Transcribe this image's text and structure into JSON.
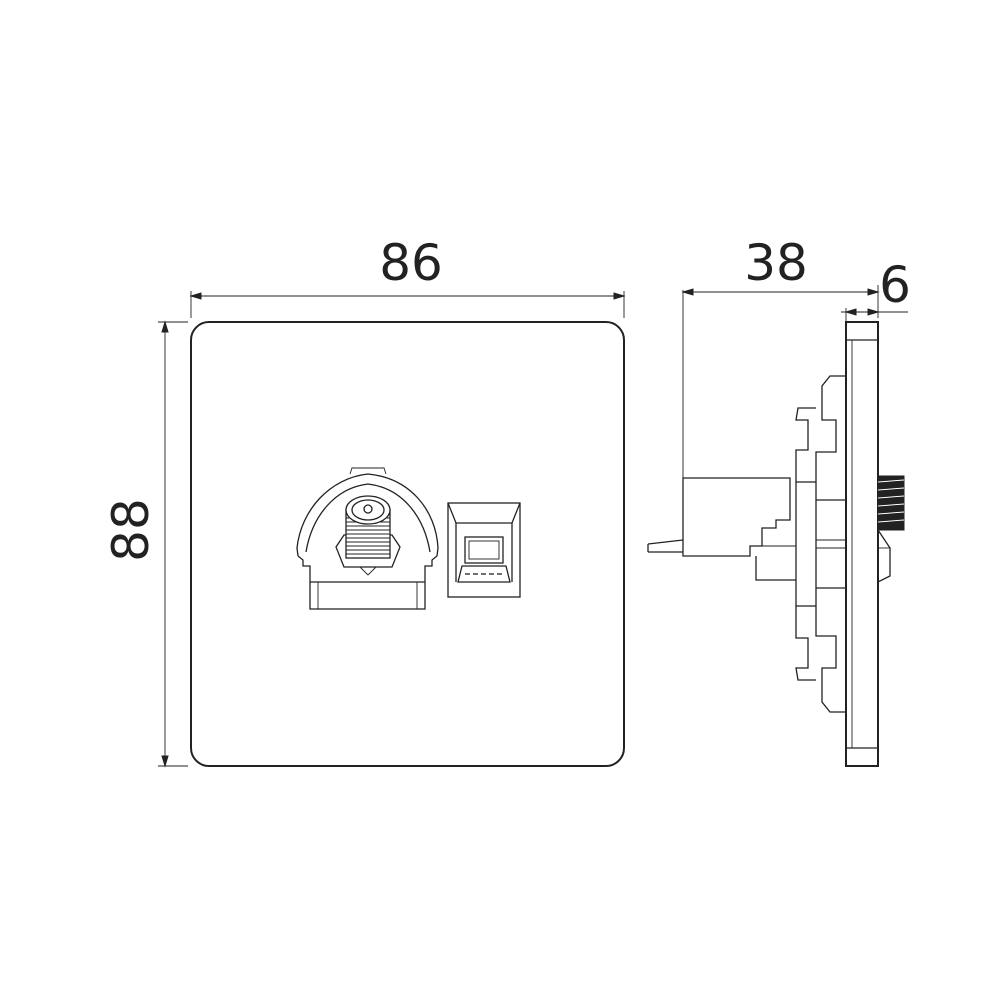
{
  "dimensions": {
    "width": "86",
    "height": "88",
    "depth": "38",
    "plate_thickness": "6"
  },
  "colors": {
    "line": "#222222",
    "background": "#ffffff"
  }
}
